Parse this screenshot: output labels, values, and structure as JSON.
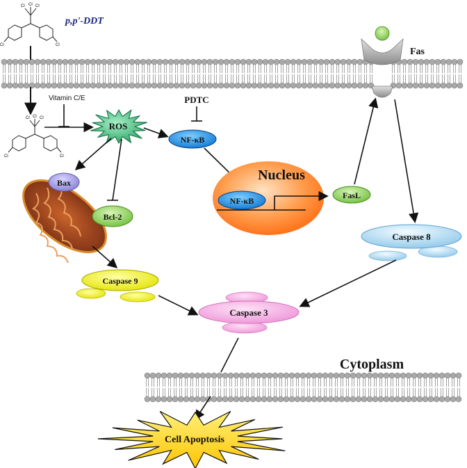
{
  "labels": {
    "ddt": "p,p'-DDT",
    "vitamin": "Vitamin C/E",
    "pdtc": "PDTC",
    "ros": "ROS",
    "nfkb_cyto": "NF-κB",
    "nfkb_nucleus": "NF-κB",
    "nucleus": "Nucleus",
    "fas": "Fas",
    "fasl": "FasL",
    "bax": "Bax",
    "bcl2": "Bcl-2",
    "caspase9": "Caspase 9",
    "caspase8": "Caspase 8",
    "caspase3": "Caspase 3",
    "cytoplasm": "Cytoplasm",
    "apoptosis": "Cell Apoptosis",
    "cl": "Cl"
  },
  "colors": {
    "membrane_head": "#a9a9a9",
    "ros": "#2e8b57",
    "nfkb": "#1e88e5",
    "nucleus": "#ff7a2a",
    "green_node": "#8fd14f",
    "bax": "#9b94dd",
    "caspase9": "#f2f200",
    "caspase8": "#a9d4ef",
    "caspase3": "#f3a6e0",
    "apoptosis": "#ffd21a",
    "ddt_text": "#1a237e"
  }
}
